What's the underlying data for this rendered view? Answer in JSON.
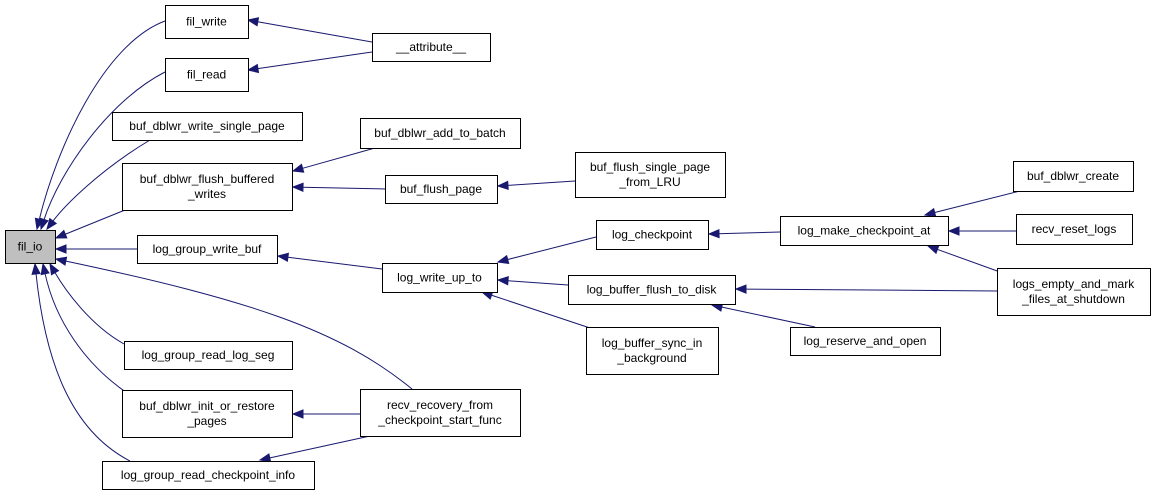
{
  "diagram": {
    "type": "call-graph",
    "colors": {
      "edge": "#191970",
      "root_fill": "#bfbfbf",
      "node_fill": "#ffffff",
      "node_border": "#000000"
    },
    "nodes": [
      {
        "id": "fil_io",
        "lines": [
          "fil_io"
        ],
        "root": true
      },
      {
        "id": "fil_write",
        "lines": [
          "fil_write"
        ]
      },
      {
        "id": "fil_read",
        "lines": [
          "fil_read"
        ]
      },
      {
        "id": "attribute",
        "lines": [
          "__attribute__"
        ]
      },
      {
        "id": "buf_dblwr_write_single_page",
        "lines": [
          "buf_dblwr_write_single_page"
        ]
      },
      {
        "id": "buf_dblwr_flush_buffered_writes",
        "lines": [
          "buf_dblwr_flush_buffered",
          "_writes"
        ]
      },
      {
        "id": "buf_dblwr_add_to_batch",
        "lines": [
          "buf_dblwr_add_to_batch"
        ]
      },
      {
        "id": "buf_flush_page",
        "lines": [
          "buf_flush_page"
        ]
      },
      {
        "id": "buf_flush_single_page_from_LRU",
        "lines": [
          "buf_flush_single_page",
          "_from_LRU"
        ]
      },
      {
        "id": "log_group_write_buf",
        "lines": [
          "log_group_write_buf"
        ]
      },
      {
        "id": "log_write_up_to",
        "lines": [
          "log_write_up_to"
        ]
      },
      {
        "id": "log_checkpoint",
        "lines": [
          "log_checkpoint"
        ]
      },
      {
        "id": "log_buffer_flush_to_disk",
        "lines": [
          "log_buffer_flush_to_disk"
        ]
      },
      {
        "id": "log_buffer_sync_in_background",
        "lines": [
          "log_buffer_sync_in",
          "_background"
        ]
      },
      {
        "id": "log_make_checkpoint_at",
        "lines": [
          "log_make_checkpoint_at"
        ]
      },
      {
        "id": "log_reserve_and_open",
        "lines": [
          "log_reserve_and_open"
        ]
      },
      {
        "id": "buf_dblwr_create",
        "lines": [
          "buf_dblwr_create"
        ]
      },
      {
        "id": "recv_reset_logs",
        "lines": [
          "recv_reset_logs"
        ]
      },
      {
        "id": "logs_empty_and_mark_files_at_shutdown",
        "lines": [
          "logs_empty_and_mark",
          "_files_at_shutdown"
        ]
      },
      {
        "id": "log_group_read_log_seg",
        "lines": [
          "log_group_read_log_seg"
        ]
      },
      {
        "id": "buf_dblwr_init_or_restore_pages",
        "lines": [
          "buf_dblwr_init_or_restore",
          "_pages"
        ]
      },
      {
        "id": "recv_recovery_from_checkpoint_start_func",
        "lines": [
          "recv_recovery_from",
          "_checkpoint_start_func"
        ]
      },
      {
        "id": "log_group_read_checkpoint_info",
        "lines": [
          "log_group_read_checkpoint_info"
        ]
      }
    ],
    "edges": [
      {
        "from": "fil_write",
        "to": "fil_io"
      },
      {
        "from": "fil_read",
        "to": "fil_io"
      },
      {
        "from": "buf_dblwr_write_single_page",
        "to": "fil_io"
      },
      {
        "from": "buf_dblwr_flush_buffered_writes",
        "to": "fil_io"
      },
      {
        "from": "log_group_write_buf",
        "to": "fil_io"
      },
      {
        "from": "log_group_read_log_seg",
        "to": "fil_io"
      },
      {
        "from": "buf_dblwr_init_or_restore_pages",
        "to": "fil_io"
      },
      {
        "from": "log_group_read_checkpoint_info",
        "to": "fil_io"
      },
      {
        "from": "recv_recovery_from_checkpoint_start_func",
        "to": "fil_io"
      },
      {
        "from": "attribute",
        "to": "fil_write"
      },
      {
        "from": "attribute",
        "to": "fil_read"
      },
      {
        "from": "buf_dblwr_add_to_batch",
        "to": "buf_dblwr_flush_buffered_writes"
      },
      {
        "from": "buf_flush_page",
        "to": "buf_dblwr_flush_buffered_writes"
      },
      {
        "from": "buf_flush_single_page_from_LRU",
        "to": "buf_flush_page"
      },
      {
        "from": "log_write_up_to",
        "to": "log_group_write_buf"
      },
      {
        "from": "log_checkpoint",
        "to": "log_write_up_to"
      },
      {
        "from": "log_buffer_flush_to_disk",
        "to": "log_write_up_to"
      },
      {
        "from": "log_buffer_sync_in_background",
        "to": "log_write_up_to"
      },
      {
        "from": "log_make_checkpoint_at",
        "to": "log_checkpoint"
      },
      {
        "from": "buf_dblwr_create",
        "to": "log_make_checkpoint_at"
      },
      {
        "from": "recv_reset_logs",
        "to": "log_make_checkpoint_at"
      },
      {
        "from": "logs_empty_and_mark_files_at_shutdown",
        "to": "log_make_checkpoint_at"
      },
      {
        "from": "logs_empty_and_mark_files_at_shutdown",
        "to": "log_buffer_flush_to_disk"
      },
      {
        "from": "log_reserve_and_open",
        "to": "log_buffer_flush_to_disk"
      },
      {
        "from": "recv_recovery_from_checkpoint_start_func",
        "to": "buf_dblwr_init_or_restore_pages"
      },
      {
        "from": "recv_recovery_from_checkpoint_start_func",
        "to": "log_group_read_checkpoint_info"
      }
    ]
  }
}
